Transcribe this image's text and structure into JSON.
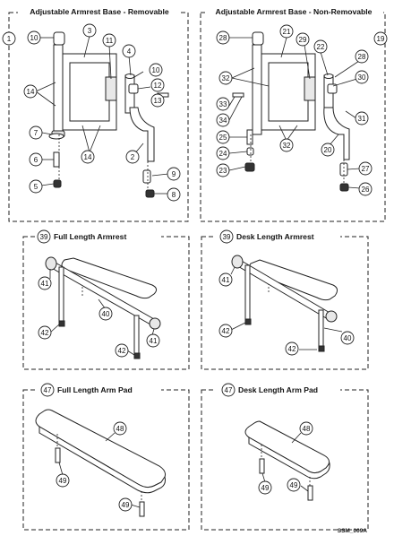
{
  "panels": {
    "p1": {
      "title": "Adjustable Armrest Base - Removable",
      "callout": "1"
    },
    "p2": {
      "title": "Adjustable Armrest Base - Non-Removable",
      "callout": "19"
    },
    "p3": {
      "title": "Full Length Armrest",
      "callout": "39"
    },
    "p4": {
      "title": "Desk Length Armrest",
      "callout": "39"
    },
    "p5": {
      "title": "Full Length Arm Pad",
      "callout": "47"
    },
    "p6": {
      "title": "Desk Length Arm Pad",
      "callout": "47"
    }
  },
  "labels": {
    "p1": [
      "10",
      "3",
      "11",
      "4",
      "10",
      "12",
      "13",
      "14",
      "14",
      "7",
      "6",
      "14",
      "2",
      "5",
      "9",
      "8"
    ],
    "p2": [
      "28",
      "21",
      "29",
      "22",
      "28",
      "30",
      "32",
      "33",
      "34",
      "31",
      "25",
      "32",
      "24",
      "20",
      "23",
      "27",
      "26"
    ],
    "p3": [
      "41",
      "42",
      "40",
      "41",
      "42"
    ],
    "p4": [
      "41",
      "42",
      "40",
      "42"
    ],
    "p5": [
      "48",
      "49",
      "49"
    ],
    "p6": [
      "48",
      "49",
      "49"
    ]
  },
  "drawing_code": "SSM_009A"
}
